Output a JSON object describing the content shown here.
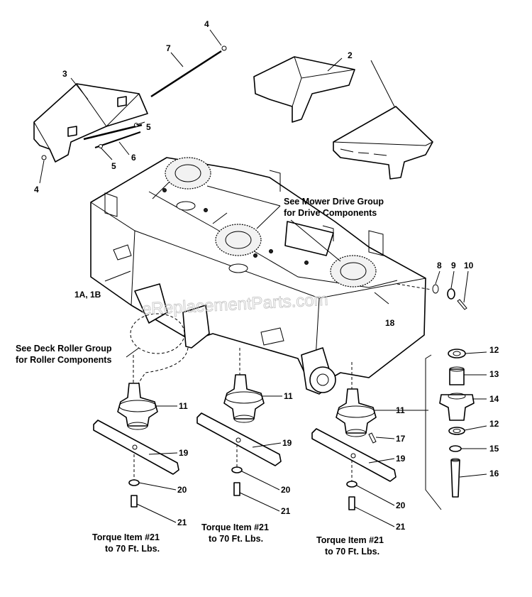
{
  "callouts": {
    "c1ab": "1A, 1B",
    "c2": "2",
    "c3": "3",
    "c4a": "4",
    "c4b": "4",
    "c5a": "5",
    "c5b": "5",
    "c6": "6",
    "c7": "7",
    "c8": "8",
    "c9": "9",
    "c10": "10",
    "c11a": "11",
    "c11b": "11",
    "c11c": "11",
    "c12a": "12",
    "c12b": "12",
    "c13": "13",
    "c14": "14",
    "c15": "15",
    "c16": "16",
    "c17": "17",
    "c18": "18",
    "c19a": "19",
    "c19b": "19",
    "c19c": "19",
    "c20a": "20",
    "c20b": "20",
    "c20c": "20",
    "c21a": "21",
    "c21b": "21",
    "c21c": "21"
  },
  "notes": {
    "drive_line1": "See Mower Drive Group",
    "drive_line2": "for Drive Components",
    "roller_line1": "See Deck Roller Group",
    "roller_line2": "for Roller Components",
    "torque_left_line1": "Torque Item #21",
    "torque_left_line2": "to 70 Ft. Lbs.",
    "torque_mid_line1": "Torque Item #21",
    "torque_mid_line2": "to 70 Ft. Lbs.",
    "torque_right_line1": "Torque Item #21",
    "torque_right_line2": "to 70 Ft. Lbs."
  },
  "watermark": "eReplacementParts.com"
}
